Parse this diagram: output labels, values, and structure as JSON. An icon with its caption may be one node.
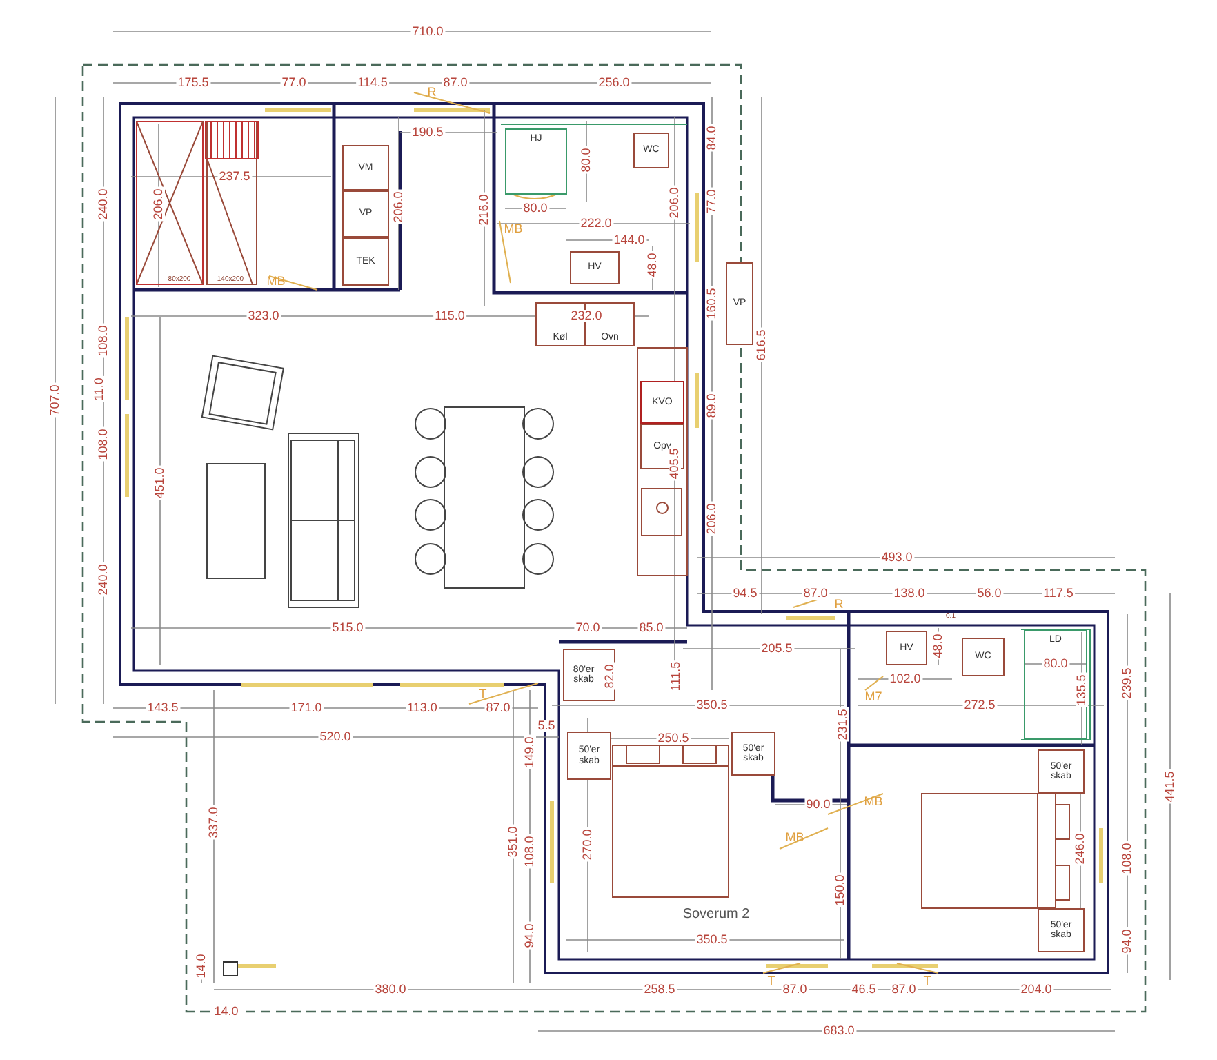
{
  "diagram": {
    "nodes": [
      {
        "text": [
          "VM"
        ]
      },
      {
        "text": [
          "VP"
        ]
      },
      {
        "text": [
          "TEK"
        ]
      },
      {
        "text": [
          "HJ"
        ]
      },
      {
        "text": [
          "WC"
        ]
      },
      {
        "text": [
          "HV"
        ]
      },
      {
        "text": [
          "VP"
        ]
      },
      {
        "text": [
          "Køl"
        ]
      },
      {
        "text": [
          "Ovn"
        ]
      },
      {
        "text": [
          "KVO"
        ]
      },
      {
        "text": [
          "Opv"
        ]
      },
      {
        "text": [
          "80'er skab"
        ]
      },
      {
        "text": [
          "HV"
        ]
      },
      {
        "text": [
          "WC"
        ]
      },
      {
        "text": [
          "LD"
        ]
      },
      {
        "text": [
          "50'er skab"
        ]
      },
      {
        "text": [
          "50'er skab"
        ]
      },
      {
        "text": [
          "50'er skab"
        ]
      },
      {
        "text": [
          "50'er skab"
        ]
      }
    ],
    "labels": [
      "710.0",
      "175.5",
      "77.0",
      "114.5",
      "87.0",
      "256.0",
      "R",
      "190.5",
      "84.0",
      "80.0",
      "237.5",
      "240.0",
      "206.0",
      "206.0",
      "216.0",
      "206.0",
      "77.0",
      "80.0",
      "222.0",
      "MB",
      "144.0",
      "48.0",
      "80x200",
      "140x200",
      "MB",
      "160.5",
      "323.0",
      "115.0",
      "232.0",
      "108.0",
      "616.5",
      "11.0",
      "707.0",
      "89.0",
      "108.0",
      "405.5",
      "451.0",
      "206.0",
      "493.0",
      "240.0",
      "94.5",
      "87.0",
      "138.0",
      "56.0",
      "117.5",
      "R",
      "0.1",
      "515.0",
      "70.0",
      "85.0",
      "48.0",
      "205.5",
      "80.0",
      "82.0",
      "111.5",
      "102.0",
      "135.5",
      "239.5",
      "143.5",
      "171.0",
      "113.0",
      "T",
      "87.0",
      "350.5",
      "M7",
      "272.5",
      "231.5",
      "5.5",
      "520.0",
      "250.5",
      "149.0",
      "441.5",
      "90.0",
      "MB",
      "337.0",
      "MB",
      "351.0",
      "108.0",
      "270.0",
      "246.0",
      "108.0",
      "150.0",
      "Soverum 2",
      "94.0",
      "94.0",
      "350.5",
      "14.0",
      "T",
      "T",
      "380.0",
      "258.5",
      "87.0",
      "46.5",
      "87.0",
      "204.0",
      "14.0",
      "683.0"
    ]
  }
}
